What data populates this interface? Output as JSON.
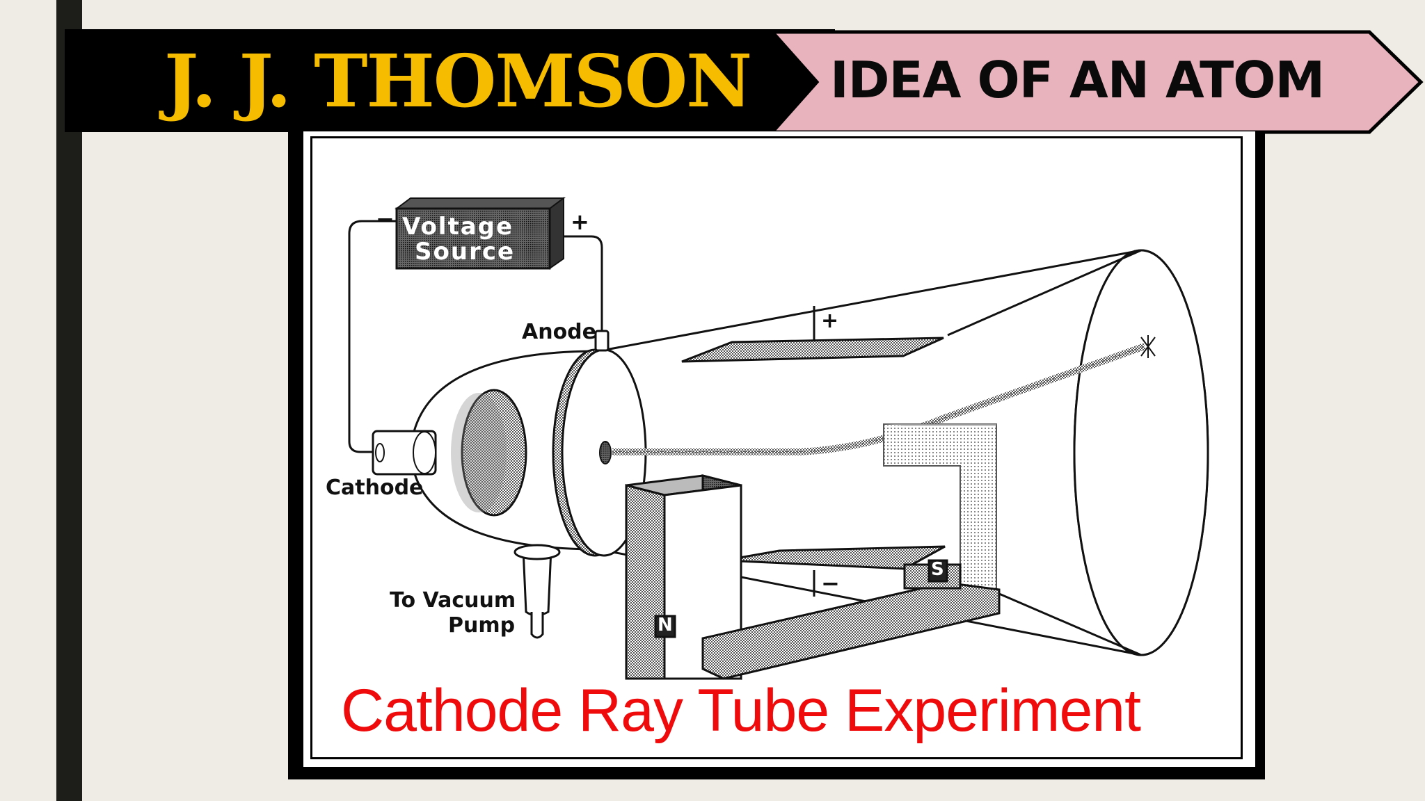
{
  "header": {
    "title": "J. J. THOMSON",
    "tag": "IDEA OF AN ATOM"
  },
  "diagram": {
    "voltage_source_line1": "Voltage",
    "voltage_source_line2": "Source",
    "minus_sign": "−",
    "plus_sign": "+",
    "anode": "Anode",
    "cathode": "Cathode",
    "vacuum_pump_line1": "To Vacuum",
    "vacuum_pump_line2": "Pump",
    "plate_top_sign": "+",
    "plate_bottom_sign": "−",
    "north_pole": "N",
    "south_pole": "S",
    "caption": "Cathode Ray Tube Experiment"
  },
  "colors": {
    "title": "#f5bc00",
    "tag_bg": "#e8b3bd",
    "caption": "#ef0b0b"
  }
}
